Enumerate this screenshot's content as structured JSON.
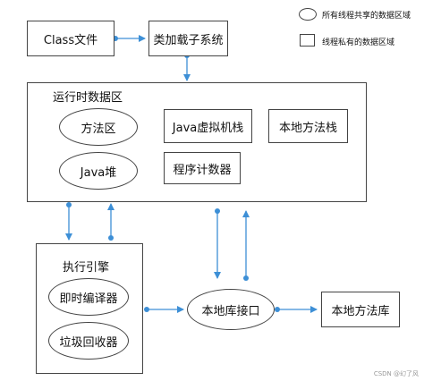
{
  "legend": {
    "shared": "所有线程共享的数据区域",
    "private": "线程私有的数据区域"
  },
  "nodes": {
    "class_file": "Class文件",
    "class_loader": "类加载子系统",
    "runtime_area": "运行时数据区",
    "method_area": "方法区",
    "java_heap": "Java堆",
    "java_vm_stack": "Java虚拟机栈",
    "native_method_stack": "本地方法栈",
    "program_counter": "程序计数器",
    "execution_engine": "执行引擎",
    "jit_compiler": "即时编译器",
    "garbage_collector": "垃圾回收器",
    "native_interface": "本地库接口",
    "native_library": "本地方法库"
  },
  "watermark": "CSDN @幻了风",
  "colors": {
    "arrow": "#3d8fd6",
    "border": "#444444"
  }
}
